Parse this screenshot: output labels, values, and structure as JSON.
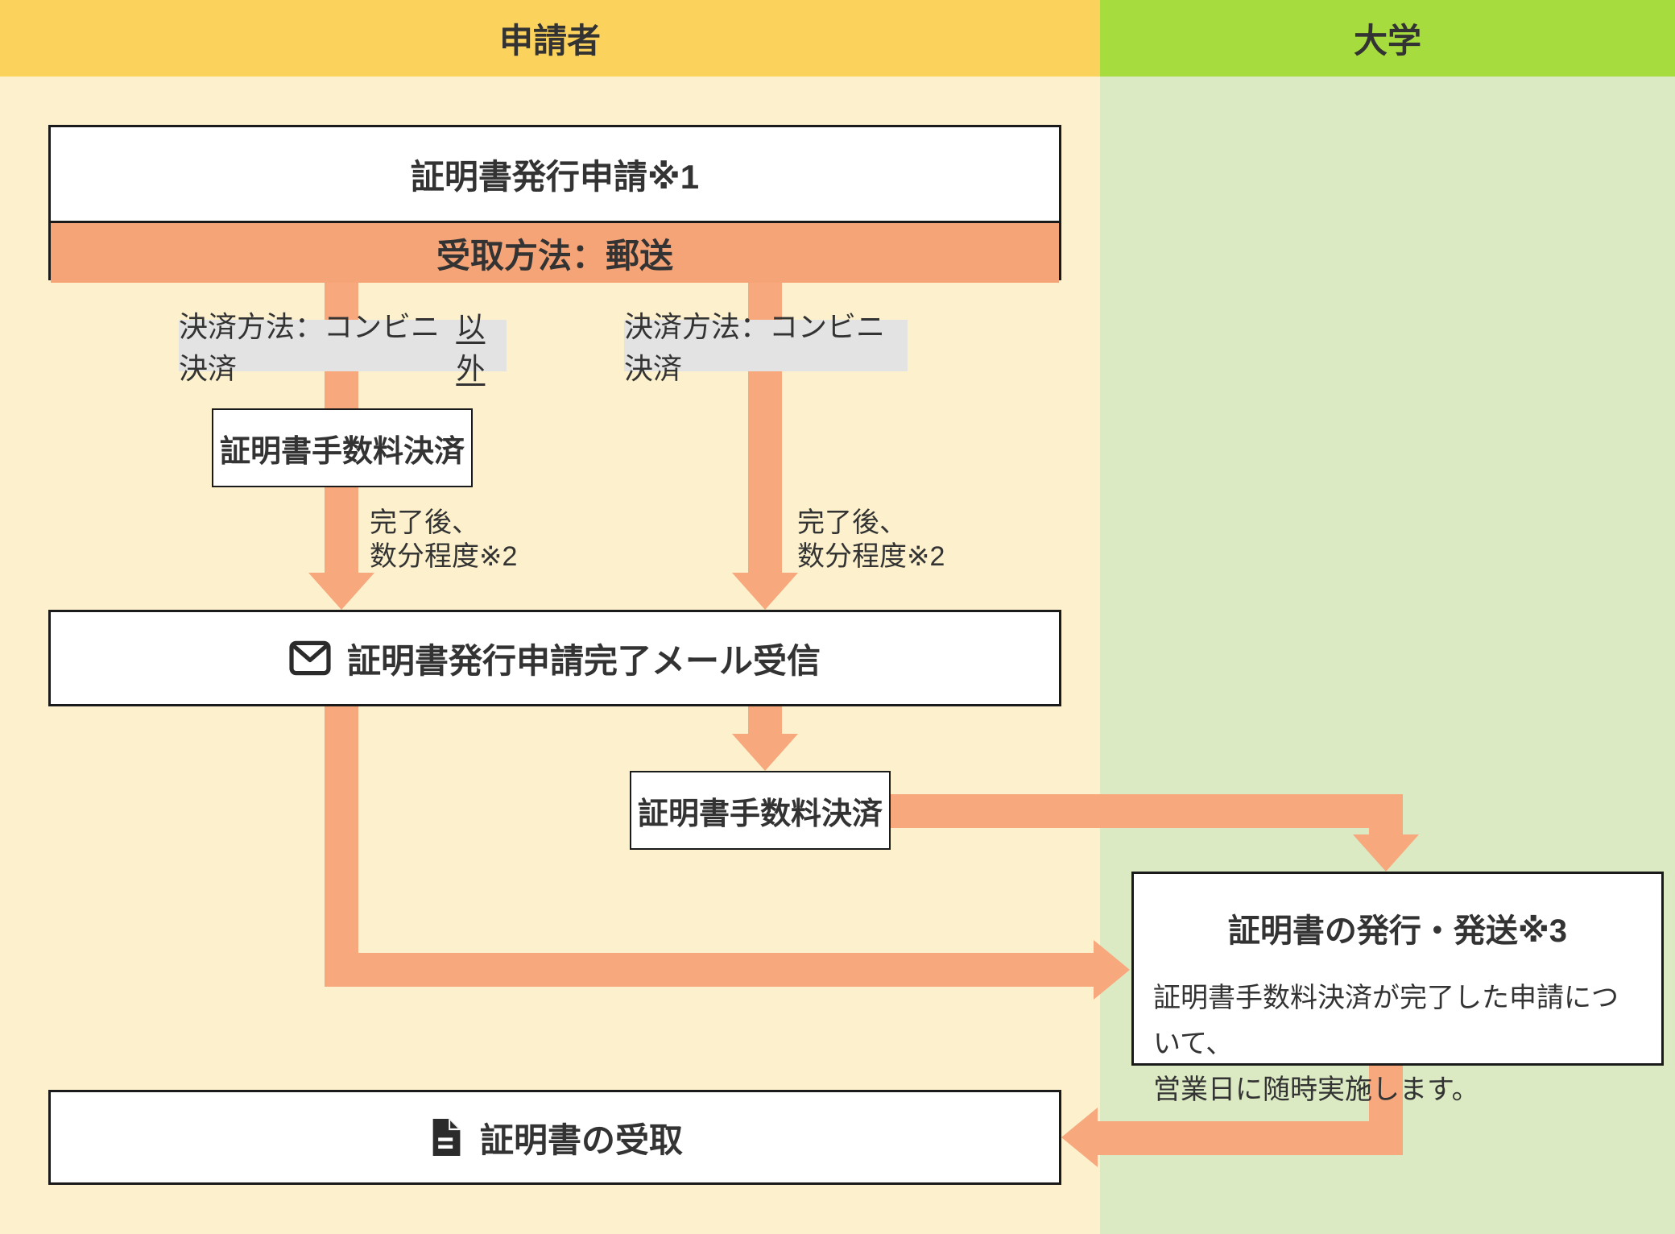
{
  "diagram": {
    "lanes": {
      "applicant": {
        "label": "申請者"
      },
      "university": {
        "label": "大学"
      }
    },
    "nodes": {
      "application": {
        "title": "証明書発行申請※1",
        "delivery_method": "受取方法：郵送"
      },
      "payment_label_other": {
        "text": "決済方法：コンビニ決済",
        "underlined_suffix": "以外"
      },
      "payment_label_convenience": {
        "text": "決済方法：コンビニ決済"
      },
      "fee_payment_left": {
        "title": "証明書手数料決済"
      },
      "note_left": {
        "line1": "完了後、",
        "line2": "数分程度※2"
      },
      "note_right": {
        "line1": "完了後、",
        "line2": "数分程度※2"
      },
      "mail_receive": {
        "title": "証明書発行申請完了メール受信",
        "icon": "envelope-icon"
      },
      "fee_payment_right": {
        "title": "証明書手数料決済"
      },
      "issue_ship": {
        "title": "証明書の発行・発送※3",
        "body_line1": "証明書手数料決済が完了した申請について、",
        "body_line2": "営業日に随時実施します。"
      },
      "receive": {
        "title": "証明書の受取",
        "icon": "document-icon"
      }
    },
    "colors": {
      "applicant_header": "#FBD35C",
      "applicant_bg": "#FCF1CC",
      "university_header": "#A6DC3E",
      "university_bg": "#DBEAC3",
      "arrow": "#F7A87C",
      "highlight": "#F5A478",
      "label_bg": "#E3E3E3",
      "line": "#1A1A1A",
      "ink": "#333333"
    }
  }
}
